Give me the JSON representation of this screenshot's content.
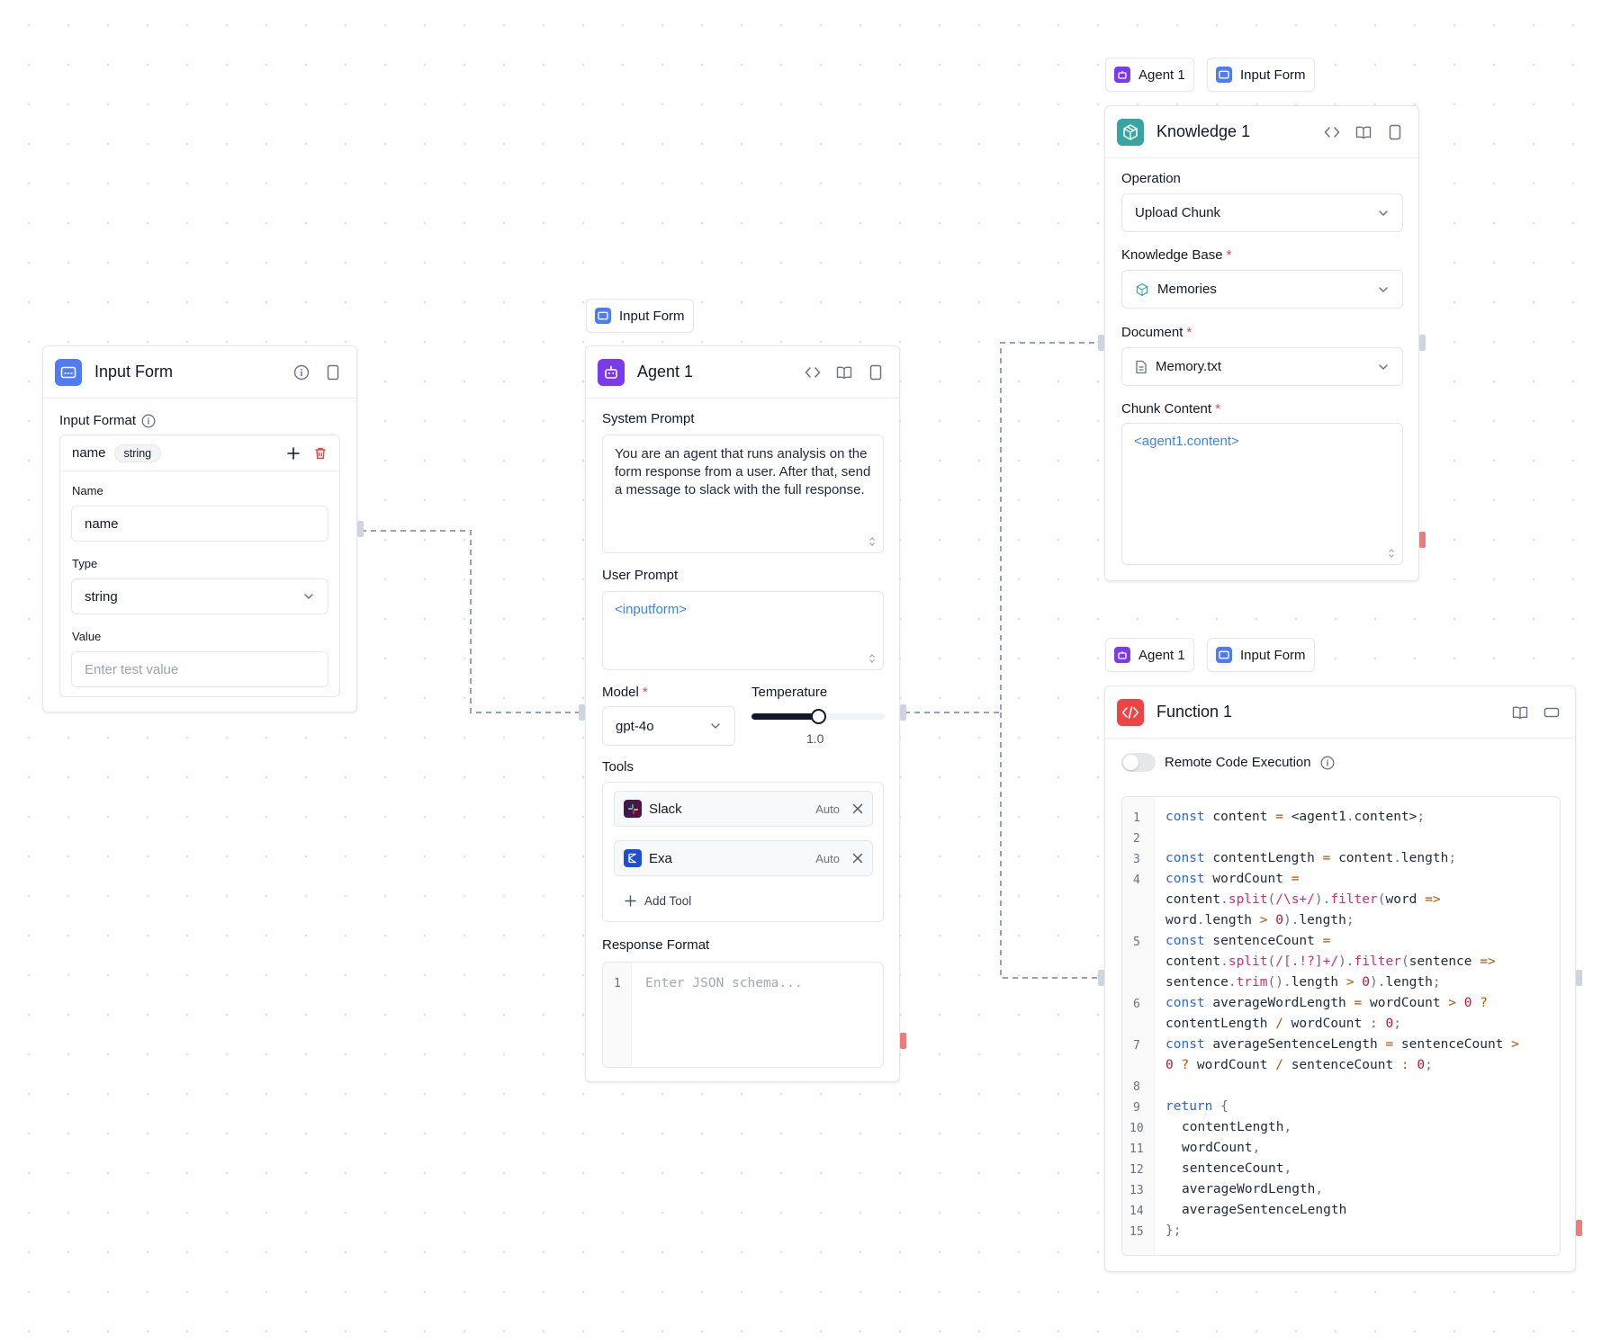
{
  "colors": {
    "input_form_icon": "#4f7cf5",
    "agent_icon": "#7c3aed",
    "knowledge_icon": "#3aa5a0",
    "function_icon": "#ef4444",
    "link_blue": "#3b82f6",
    "required": "#ef4444"
  },
  "input_form": {
    "title": "Input Form",
    "input_format_label": "Input Format",
    "field_name": "name",
    "field_type_badge": "string",
    "name_label": "Name",
    "name_value": "name",
    "type_label": "Type",
    "type_value": "string",
    "value_label": "Value",
    "value_placeholder": "Enter test value"
  },
  "agent": {
    "chip": "Input Form",
    "title": "Agent 1",
    "system_prompt_label": "System Prompt",
    "system_prompt": "You are an agent that runs analysis on the form response from a user. After that, send a message to slack with the full response.",
    "user_prompt_label": "User Prompt",
    "user_prompt": "<inputform>",
    "model_label": "Model",
    "model_value": "gpt-4o",
    "temperature_label": "Temperature",
    "temperature_value": "1.0",
    "temperature_fraction": 0.5,
    "tools_label": "Tools",
    "tools": [
      {
        "name": "Slack",
        "mode": "Auto"
      },
      {
        "name": "Exa",
        "mode": "Auto"
      }
    ],
    "add_tool": "Add Tool",
    "response_format_label": "Response Format",
    "response_line": "1",
    "response_placeholder": "Enter JSON schema..."
  },
  "knowledge": {
    "chips": [
      "Agent 1",
      "Input Form"
    ],
    "title": "Knowledge 1",
    "operation_label": "Operation",
    "operation_value": "Upload Chunk",
    "kb_label": "Knowledge Base",
    "kb_value": "Memories",
    "document_label": "Document",
    "document_value": "Memory.txt",
    "chunk_label": "Chunk Content",
    "chunk_value": "<agent1.content>"
  },
  "function": {
    "chips": [
      "Agent 1",
      "Input Form"
    ],
    "title": "Function 1",
    "remote_label": "Remote Code Execution",
    "line_numbers": [
      "1",
      "2",
      "3",
      "4",
      "5",
      "6",
      "7",
      "8",
      "9",
      "10",
      "11",
      "12",
      "13",
      "14",
      "15"
    ]
  }
}
